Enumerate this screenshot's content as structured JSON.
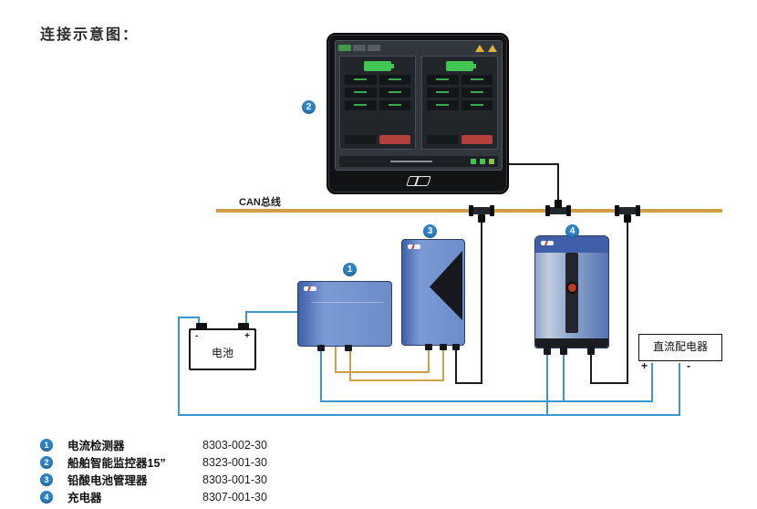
{
  "page": {
    "title": "连接示意图："
  },
  "diagram": {
    "can_bus_label": "CAN总线",
    "battery": {
      "label": "电池",
      "minus": "-",
      "plus": "+"
    },
    "dc_box": {
      "label": "直流配电器",
      "plus": "+",
      "minus": "-"
    }
  },
  "legend": {
    "items": [
      {
        "num": "1",
        "name": "电流检测器",
        "part": "8303-002-30"
      },
      {
        "num": "2",
        "name": "船舶智能监控器15”",
        "part": "8323-001-30"
      },
      {
        "num": "3",
        "name": "铅酸电池管理器",
        "part": "8303-001-30"
      },
      {
        "num": "4",
        "name": "充电器",
        "part": "8307-001-30"
      }
    ]
  },
  "colors": {
    "can_orange": "#cf9f47",
    "wire_blue": "#3a97cf",
    "wire_black": "#1c1c1c",
    "badge_blue": "#2e83c6",
    "device_blue": "#6b8cc9",
    "device_blue_dark": "#3f5fa8",
    "screen_green": "#43c553",
    "alert_red": "#b4403c"
  }
}
